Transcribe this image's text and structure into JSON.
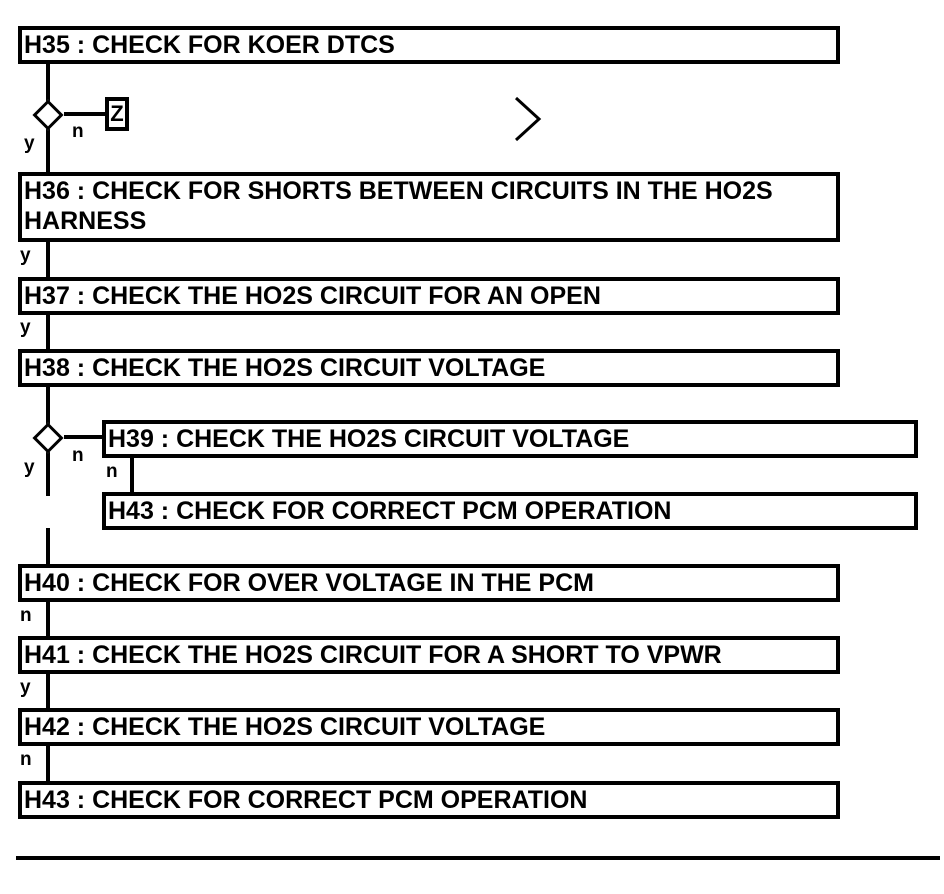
{
  "steps": {
    "h35": "H35 : CHECK FOR KOER DTCS",
    "h36": "H36 : CHECK FOR SHORTS BETWEEN CIRCUITS IN THE HO2S HARNESS",
    "h37": "H37 : CHECK THE HO2S CIRCUIT FOR AN OPEN",
    "h38": "H38 : CHECK THE HO2S CIRCUIT VOLTAGE",
    "h39": "H39 : CHECK THE HO2S CIRCUIT VOLTAGE",
    "h43_branch": "H43 : CHECK FOR CORRECT PCM OPERATION",
    "h40": "H40 : CHECK FOR OVER VOLTAGE IN THE PCM",
    "h41": "H41 : CHECK THE HO2S CIRCUIT FOR A SHORT TO VPWR",
    "h42": "H42 : CHECK THE HO2S CIRCUIT VOLTAGE",
    "h43": "H43 : CHECK FOR CORRECT PCM OPERATION"
  },
  "branch_labels": {
    "d1_yes": "y",
    "d1_no": "n",
    "z_box": "Z",
    "h36_yes": "y",
    "h37_yes": "y",
    "d2_yes": "y",
    "d2_no": "n",
    "h39_no": "n",
    "h40_no": "n",
    "h41_yes": "y",
    "h42_no": "n"
  }
}
